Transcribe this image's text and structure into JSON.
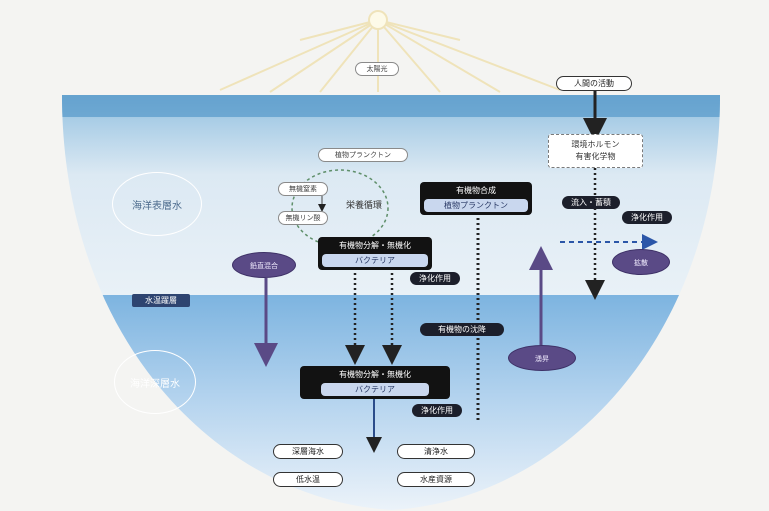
{
  "labels": {
    "sunlight": "太陽光",
    "human_activity": "人間の活動",
    "hormone_line1": "環境ホルモン",
    "hormone_line2": "有害化学物",
    "phytoplankton": "植物プランクトン",
    "inorganic_n": "無機窒素",
    "inorganic_p": "無機リン酸",
    "nutrient_cycle": "栄養循環",
    "photosynthesis": "有機物合成",
    "photosynthesis_sub": "植物プランクトン",
    "surface_water": "海洋表層水",
    "deep_water": "海洋深層水",
    "decomp_upper": "有機物分解・無機化",
    "bacteria_upper": "バクテリア",
    "decomp_lower": "有機物分解・無機化",
    "bacteria_lower": "バクテリア",
    "purification_upper": "浄化作用",
    "purification_lower": "浄化作用",
    "purification_right": "浄化作用",
    "inflow": "流入・蓄積",
    "layer": "水温躍層",
    "vertical_left": "鉛直混合",
    "upwelling": "湧昇",
    "sinking_organic": "有機物の沈降",
    "arrow_right_label": "拡散",
    "bottom1": "深層海水",
    "bottom2": "清浄水",
    "bottom3": "低水温",
    "bottom4": "水産資源"
  },
  "colors": {
    "sky": "#f4f4f2",
    "sun_ray": "#efe2b4",
    "surface_top": "#7fb1d6",
    "surface_mid": "#d6e6f2",
    "deep_top": "#8cbde3",
    "deep_bottom": "#e8f1fa",
    "dark_box": "#121212",
    "purple": "#5a4a86"
  }
}
